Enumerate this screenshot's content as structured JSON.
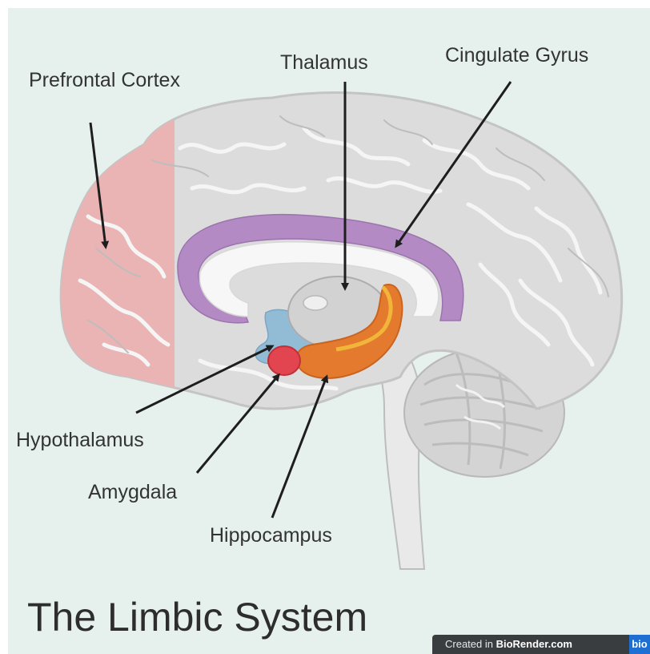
{
  "labels": {
    "prefrontal_cortex": "Prefrontal Cortex",
    "thalamus": "Thalamus",
    "cingulate_gyrus": "Cingulate Gyrus",
    "hypothalamus": "Hypothalamus",
    "amygdala": "Amygdala",
    "hippocampus": "Hippocampus"
  },
  "title": "The Limbic System",
  "watermark": {
    "prefix": "Created in ",
    "brand": "BioRender.com",
    "tag": "bio"
  },
  "colors": {
    "background": "#e6f1ee",
    "brain": "#dcdcdc",
    "prefrontal_cortex": "#eab4b4",
    "cingulate_gyrus": "#b38ac4",
    "thalamus": "#d2d2d2",
    "hypothalamus": "#92bcd6",
    "amygdala": "#e2454f",
    "hippocampus": "#e37a2e"
  }
}
